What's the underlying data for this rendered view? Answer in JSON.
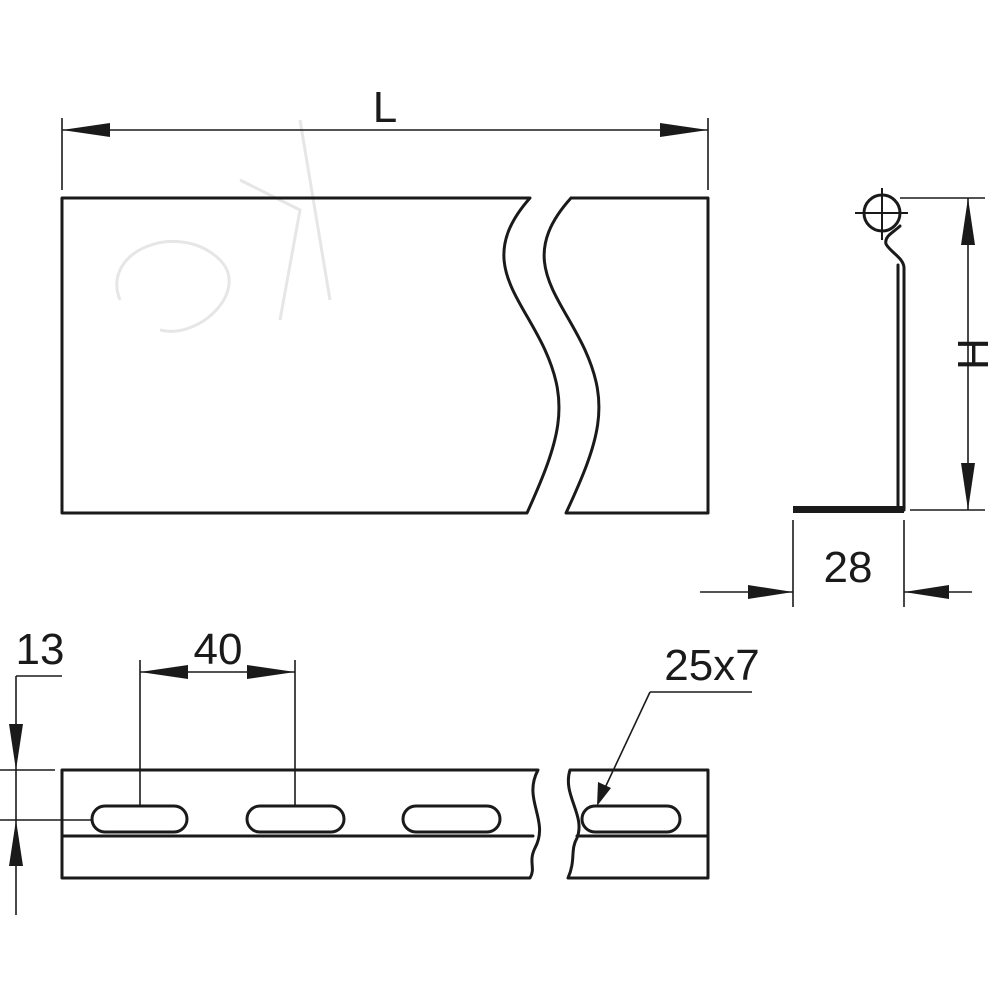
{
  "labels": {
    "length": "L",
    "height": "H",
    "flange_width": "28",
    "offset": "13",
    "slot_pitch": "40",
    "slot_size": "25x7"
  }
}
